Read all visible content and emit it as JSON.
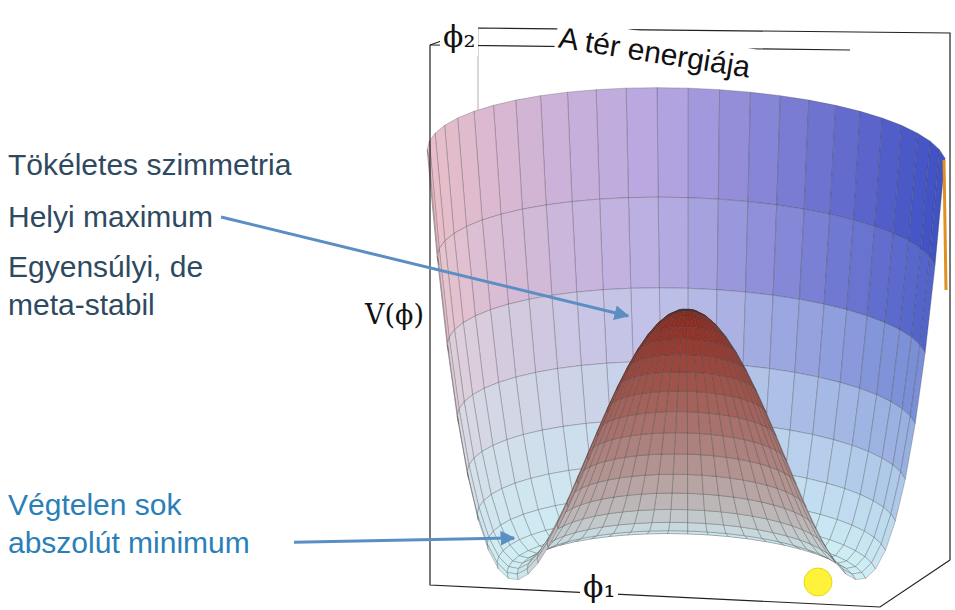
{
  "diagram": {
    "labels": [
      "A tér energiája",
      "ϕ₂",
      "Tökéletes szimmetria",
      "Helyi maximum",
      "Egyensúlyi, de meta-stabil",
      "V(ϕ)",
      "Végtelen sok abszolút minimum",
      "ϕ₁"
    ]
  }
}
